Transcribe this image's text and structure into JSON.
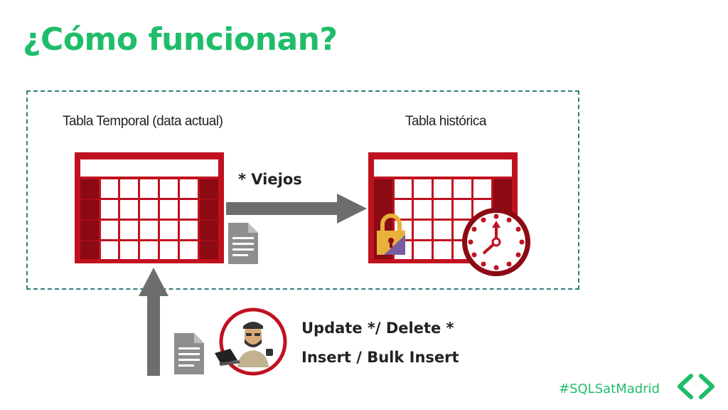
{
  "slide": {
    "title": "¿Cómo funcionan?",
    "hashtag": "#SQLSatMadrid"
  },
  "diagram": {
    "temporal_table_label": "Tabla Temporal (data actual)",
    "history_table_label": "Tabla histórica",
    "arrow_label": "* Viejos",
    "operations": [
      "Update */ Delete *",
      "Insert / Bulk Insert"
    ]
  },
  "colors": {
    "accent_green": "#1fbd6a",
    "table_red": "#c0111f",
    "table_dark_red": "#8b0a14",
    "arrow_gray": "#6d6d6d",
    "dashed_border": "#2e7d7a",
    "lock_gold": "#e8b13c",
    "lock_purple": "#7a5aa0"
  },
  "icons": [
    "document-icon",
    "padlock-icon",
    "clock-icon",
    "person-laptop-icon",
    "logo-chevrons-icon"
  ]
}
